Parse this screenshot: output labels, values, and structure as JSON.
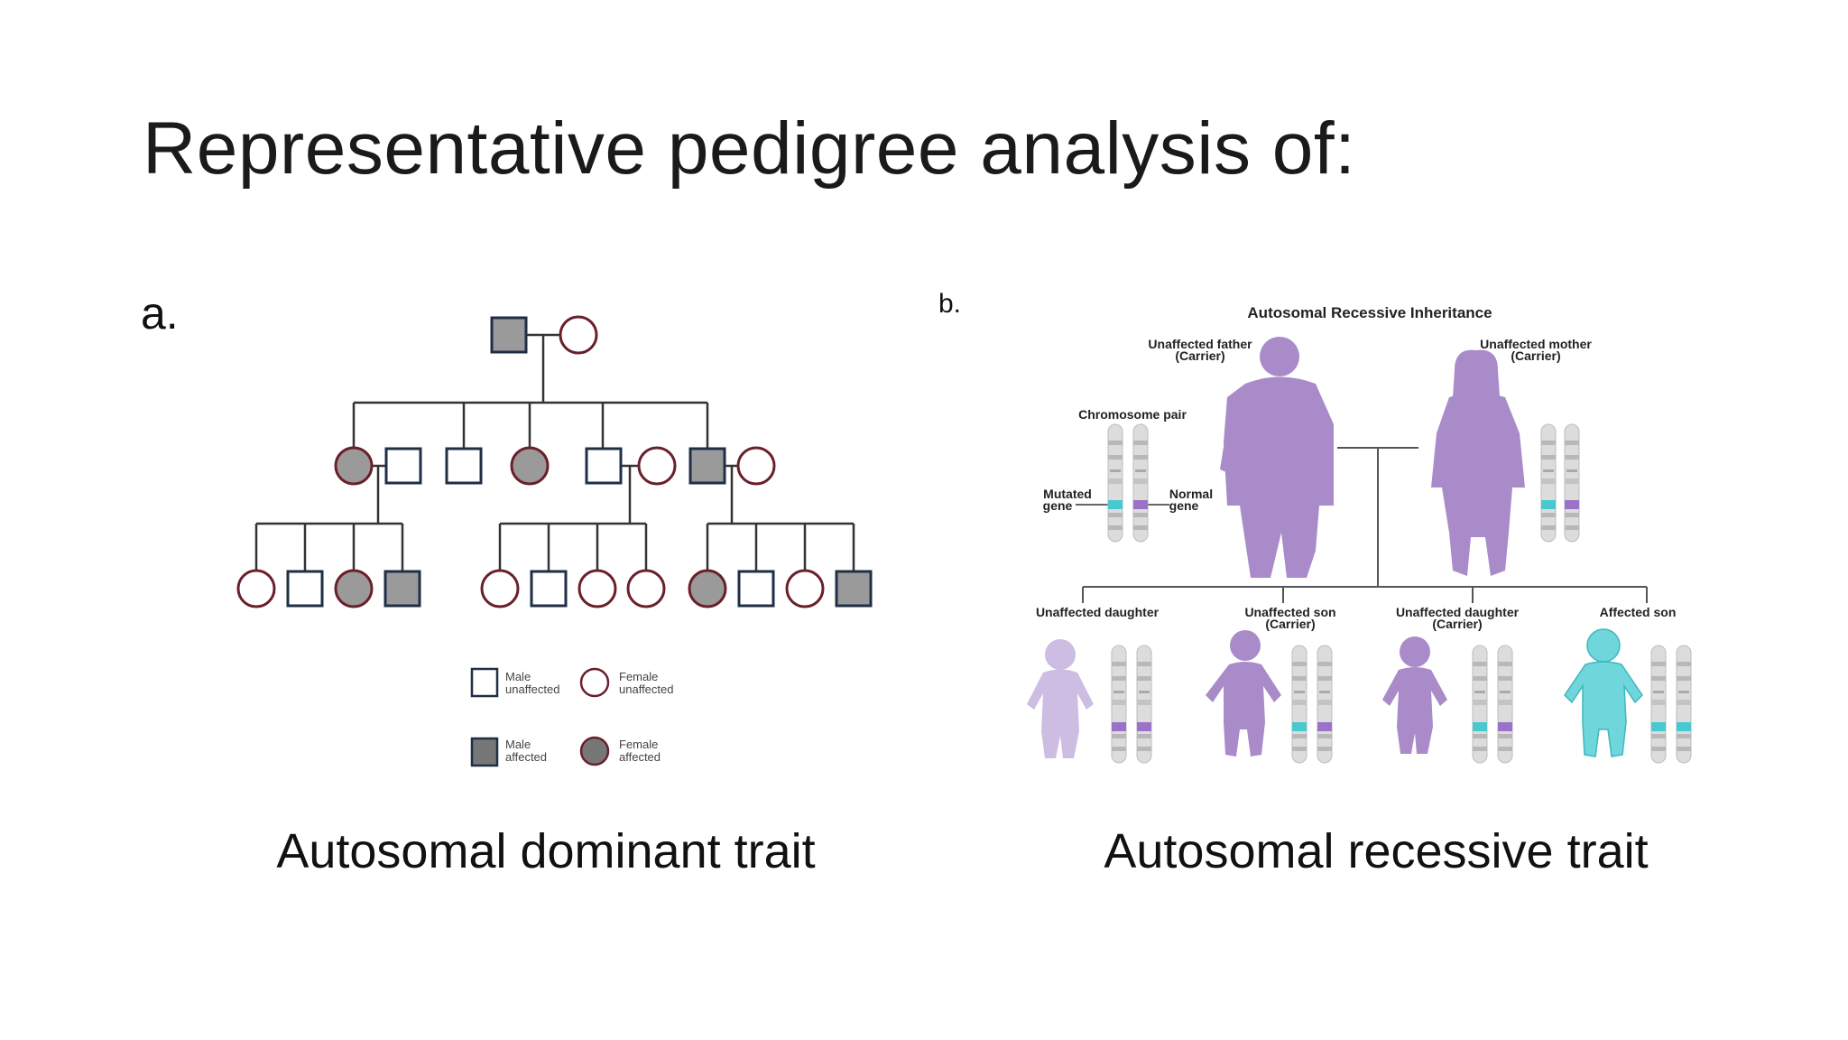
{
  "slide": {
    "title": "Representative pedigree analysis of:",
    "label_a": "a.",
    "label_b": "b.",
    "caption_a": "Autosomal dominant trait",
    "caption_b": "Autosomal recessive trait"
  },
  "pedigree": {
    "legend": {
      "male_unaffected": [
        "Male",
        "unaffected"
      ],
      "female_unaffected": [
        "Female",
        "unaffected"
      ],
      "male_affected": [
        "Male",
        "affected"
      ],
      "female_affected": [
        "Female",
        "affected"
      ]
    },
    "colors": {
      "affected": "#9a9a9a",
      "female_outline": "#6a1f2a",
      "male_outline": "#1f2f45"
    }
  },
  "recessive_diagram": {
    "title": "Autosomal Recessive Inheritance",
    "father_label": [
      "Unaffected father",
      "(Carrier)"
    ],
    "mother_label": [
      "Unaffected mother",
      "(Carrier)"
    ],
    "chromosome_pair_label": "Chromosome pair",
    "mutated_gene_label": [
      "Mutated",
      "gene"
    ],
    "normal_gene_label": [
      "Normal",
      "gene"
    ],
    "children": [
      {
        "label": [
          "Unaffected daughter"
        ]
      },
      {
        "label": [
          "Unaffected son",
          "(Carrier)"
        ]
      },
      {
        "label": [
          "Unaffected daughter",
          "(Carrier)"
        ]
      },
      {
        "label": [
          "Affected son"
        ]
      }
    ],
    "colors": {
      "person": "#a98bc9",
      "person_light": "#cdbde2",
      "mutated": "#47c9cf",
      "normal": "#9a73c8",
      "chromosome": "#d9d9d9"
    }
  }
}
